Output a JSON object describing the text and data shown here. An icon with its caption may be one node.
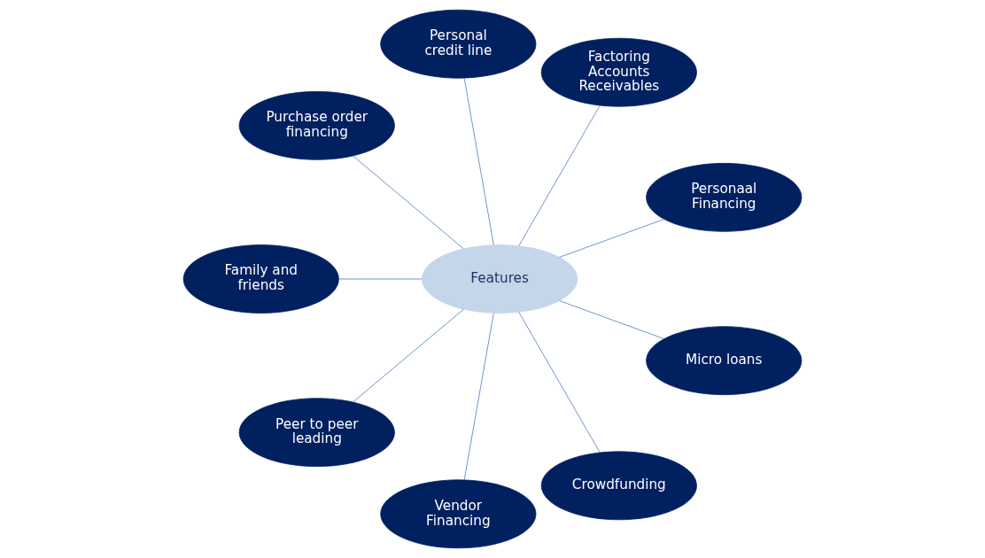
{
  "diagram": {
    "nodes": [
      {
        "text": [
          "Personaal Financing"
        ]
      },
      {
        "text": [
          "Factoring Accounts Receivables"
        ]
      },
      {
        "text": [
          "Personal credit line"
        ]
      },
      {
        "text": [
          "Purchase order financing"
        ]
      },
      {
        "text": [
          "Family and friends"
        ]
      },
      {
        "text": [
          "Features"
        ]
      },
      {
        "text": [
          "Peer to peer leading"
        ]
      },
      {
        "text": [
          "Vendor Financing"
        ]
      },
      {
        "text": [
          "Crowdfunding"
        ]
      },
      {
        "text": [
          "Micro loans"
        ]
      }
    ],
    "edges": [
      {
        "from": 5,
        "to": 0,
        "arrow": "none"
      },
      {
        "from": 5,
        "to": 2,
        "arrow": "none"
      },
      {
        "from": 5,
        "to": 4,
        "arrow": "none"
      },
      {
        "from": 5,
        "to": 6,
        "arrow": "none"
      },
      {
        "from": 5,
        "to": 8,
        "arrow": "none"
      },
      {
        "from": 5,
        "to": 9,
        "arrow": "none"
      },
      {
        "from": 5,
        "to": 7,
        "arrow": "none"
      },
      {
        "from": 5,
        "to": 3,
        "arrow": "none"
      },
      {
        "from": 5,
        "to": 1,
        "arrow": "none"
      }
    ]
  }
}
